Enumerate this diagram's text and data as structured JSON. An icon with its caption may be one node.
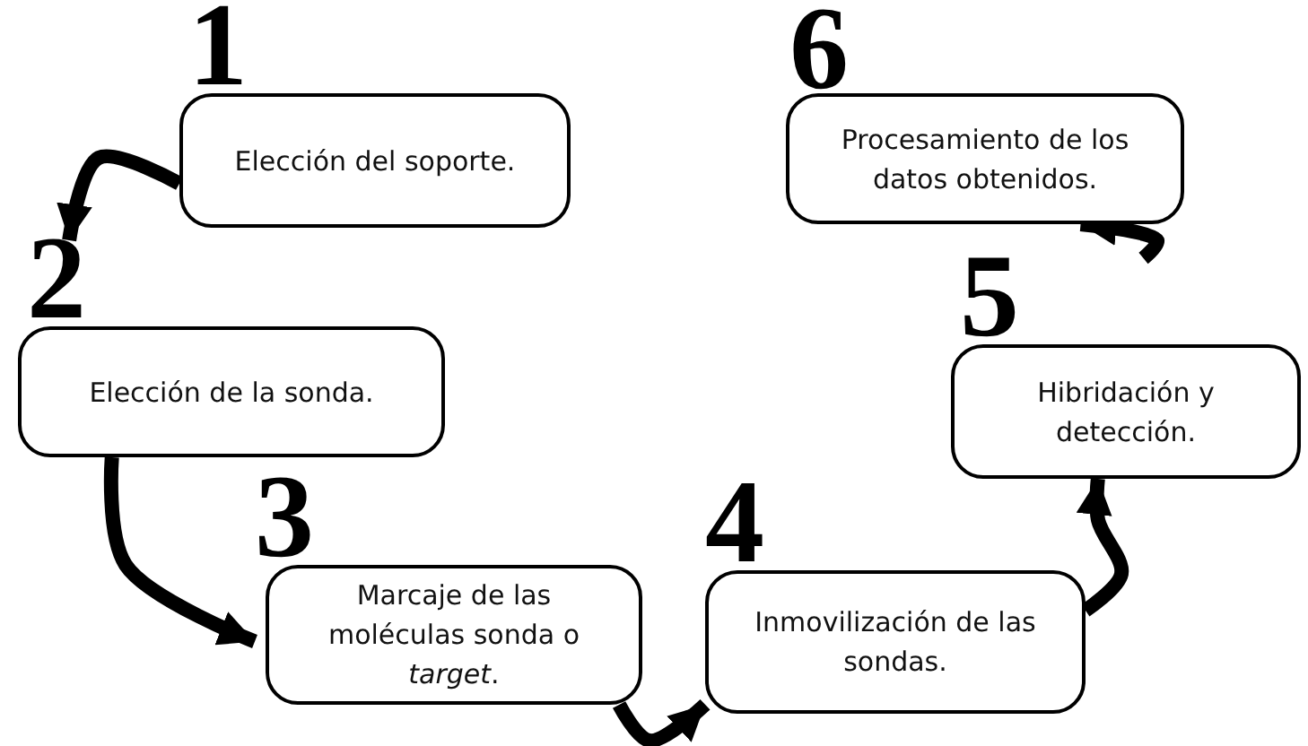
{
  "diagram": {
    "nodes": [
      {
        "text": [
          "1",
          "Elección del soporte."
        ]
      },
      {
        "text": [
          "2",
          "Elección de la sonda."
        ]
      },
      {
        "text": [
          "3",
          "Marcaje de las moléculas sonda o *target*."
        ]
      },
      {
        "text": [
          "4",
          "Inmovilización de las sondas."
        ]
      },
      {
        "text": [
          "5",
          "Hibridación y detección."
        ]
      },
      {
        "text": [
          "6",
          "Procesamiento de los datos obtenidos."
        ]
      }
    ],
    "edges": [
      {
        "from": 0,
        "to": 1,
        "arrow": "to"
      },
      {
        "from": 1,
        "to": 2,
        "arrow": "to"
      },
      {
        "from": 2,
        "to": 3,
        "arrow": "to"
      },
      {
        "from": 3,
        "to": 4,
        "arrow": "to"
      },
      {
        "from": 4,
        "to": 5,
        "arrow": "to"
      }
    ]
  }
}
